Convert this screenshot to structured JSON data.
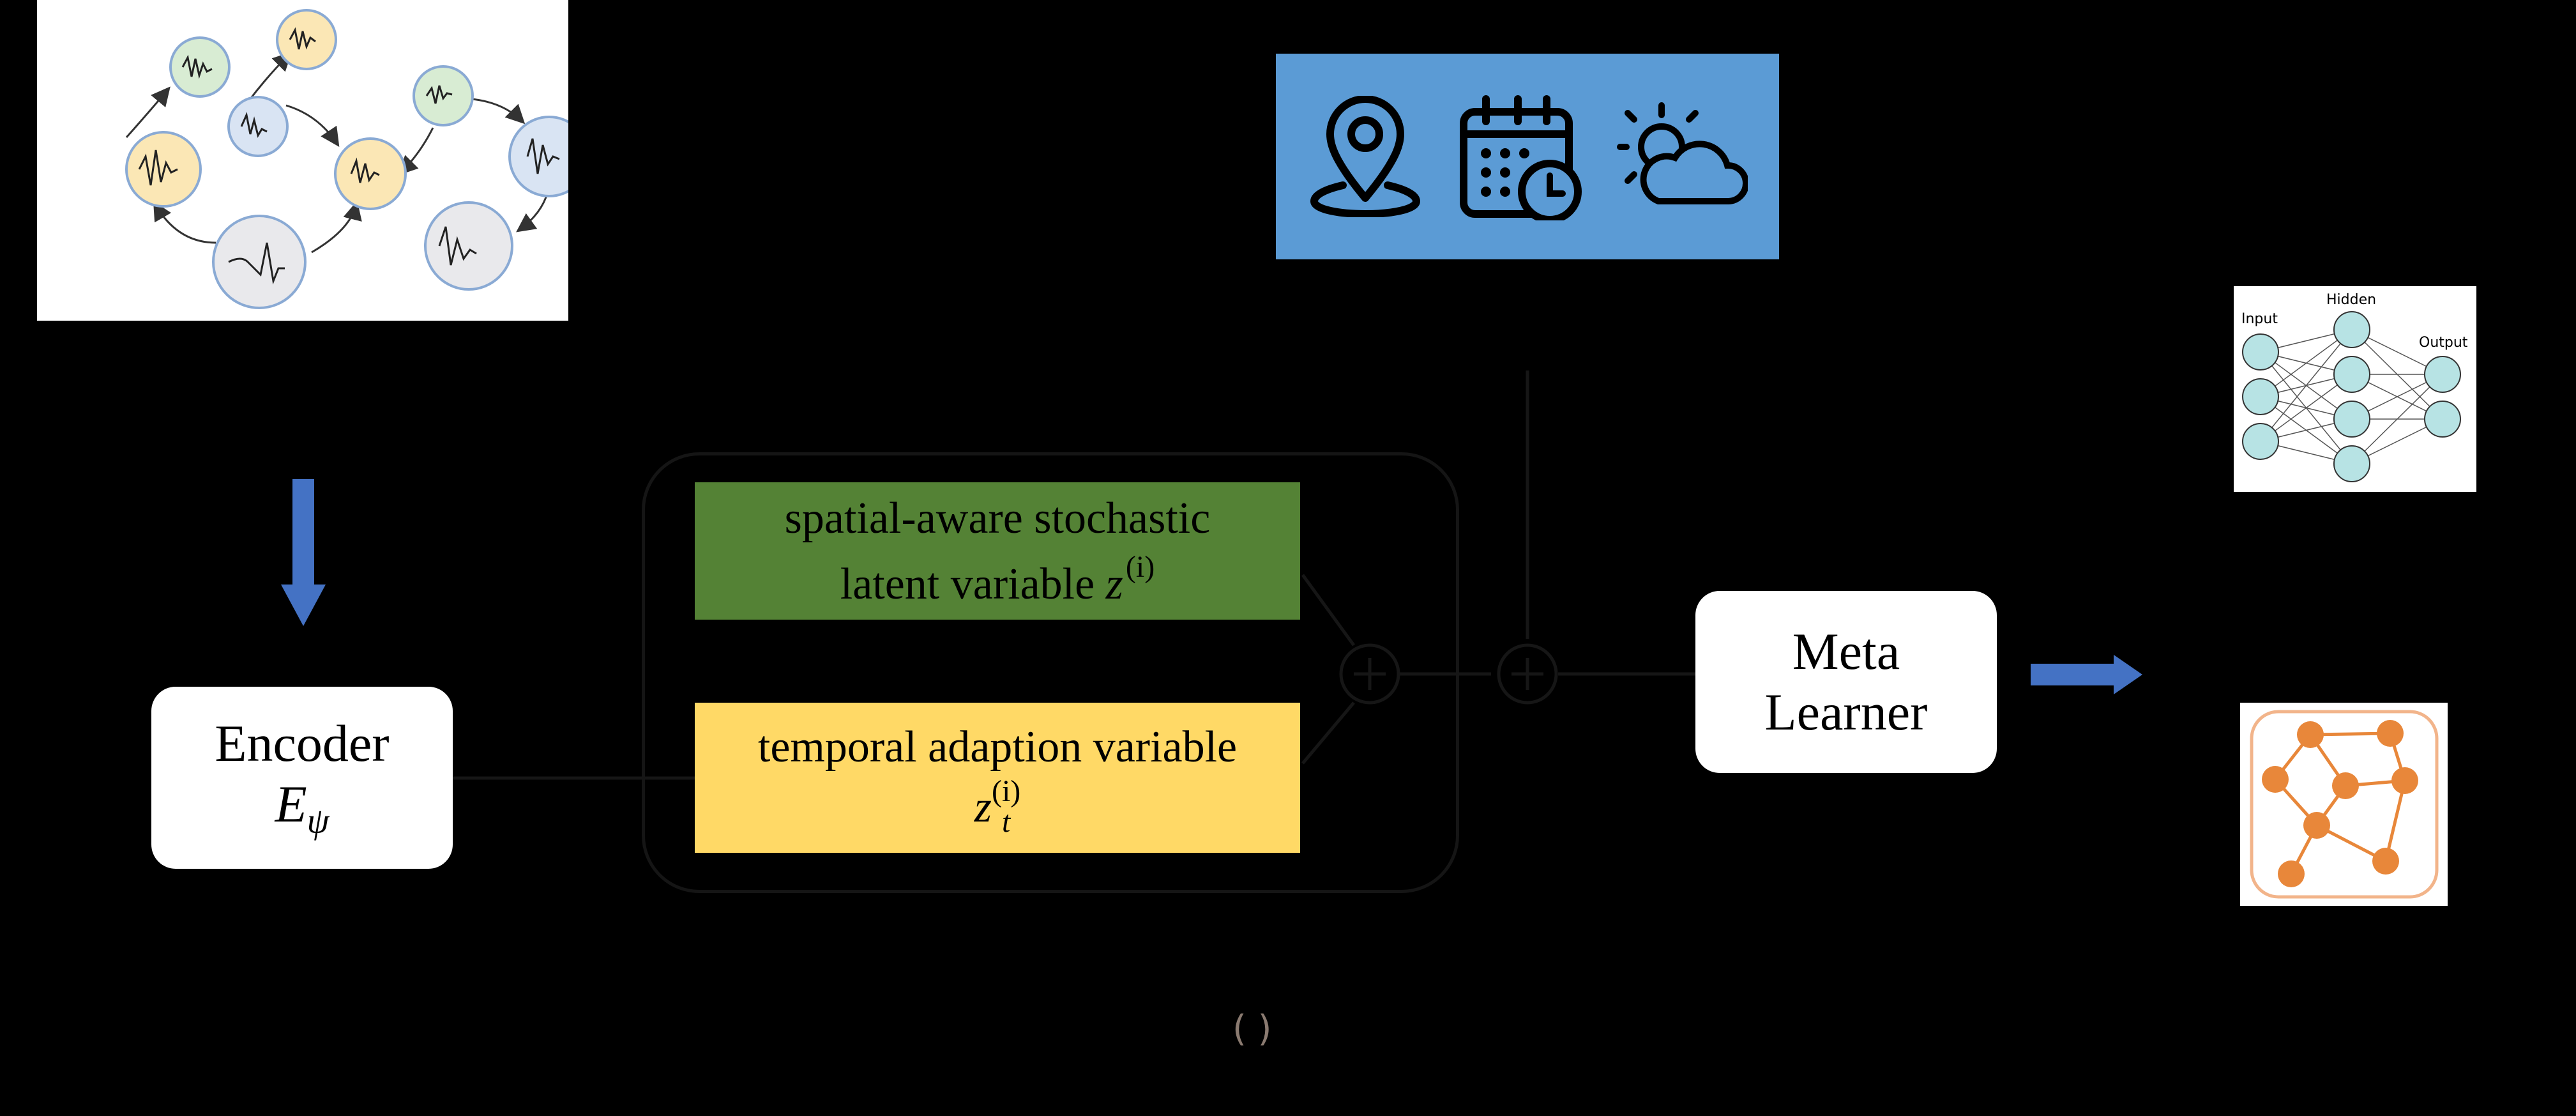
{
  "encoder": {
    "title": "Encoder",
    "symbol": "E",
    "subscript": "ψ"
  },
  "spatial_latent": {
    "line1": "spatial-aware stochastic",
    "line2": "latent variable",
    "symbol": "z",
    "superscript": "(i)"
  },
  "temporal_latent": {
    "line1": "temporal adaption variable",
    "symbol": "z",
    "subscript": "t",
    "superscript": "(i)"
  },
  "meta_learner": {
    "line1": "Meta",
    "line2": "Learner"
  },
  "context_icons": [
    "location-pin-icon",
    "calendar-clock-icon",
    "partly-cloudy-icon"
  ],
  "neural_net": {
    "input_label": "Input",
    "hidden_label": "Hidden",
    "output_label": "Output"
  },
  "caption": "( )",
  "colors": {
    "background": "#000000",
    "spatial": "#548235",
    "temporal": "#ffd966",
    "context": "#5b9bd5",
    "arrow": "#4472c4",
    "graph_node": "#e8873a",
    "nn_node": "#b7e3e4"
  }
}
